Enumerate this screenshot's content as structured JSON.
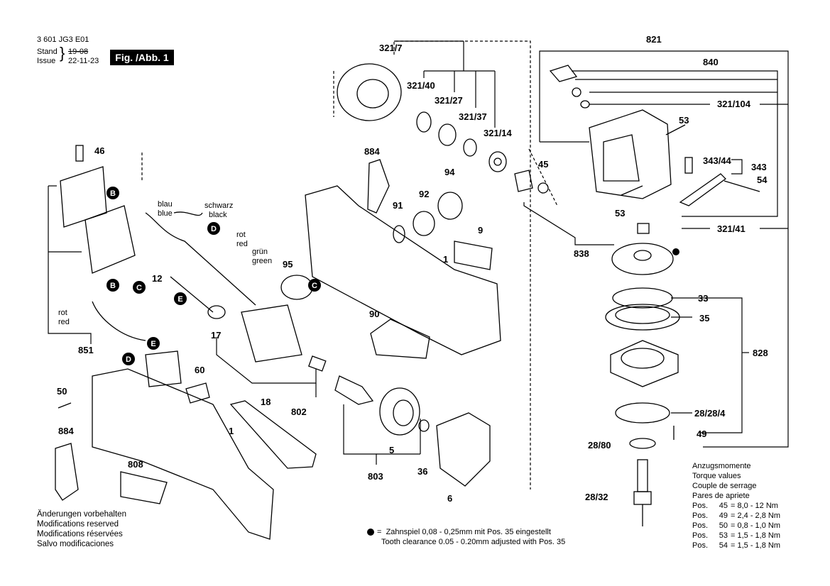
{
  "header": {
    "doc_number": "3 601 JG3 E01",
    "stand_label": "Stand",
    "issue_label": "Issue",
    "old_date": "19-08",
    "new_date": "22-11-23",
    "fig_label": "Fig. /Abb. 1"
  },
  "parts": {
    "p321_7": "321/7",
    "p821": "821",
    "p840": "840",
    "p321_40": "321/40",
    "p321_27": "321/27",
    "p321_37": "321/37",
    "p321_14": "321/14",
    "p321_104": "321/104",
    "p46": "46",
    "p884a": "884",
    "p94": "94",
    "p45": "45",
    "p53a": "53",
    "p343_44": "343/44",
    "p343": "343",
    "p54": "54",
    "p92": "92",
    "p91": "91",
    "p53b": "53",
    "p9": "9",
    "p321_41": "321/41",
    "p838": "838",
    "p1a": "1",
    "p95": "95",
    "p12": "12",
    "p33": "33",
    "p35": "35",
    "p90": "90",
    "p17": "17",
    "p828": "828",
    "p851": "851",
    "p60": "60",
    "p50": "50",
    "p802": "802",
    "p18": "18",
    "p28_28_4": "28/28/4",
    "p884b": "884",
    "p1b": "1",
    "p5": "5",
    "p49": "49",
    "p28_80": "28/80",
    "p808": "808",
    "p803": "803",
    "p36": "36",
    "p6": "6",
    "p28_32": "28/32"
  },
  "connectors": {
    "b": "B",
    "c": "C",
    "d": "D",
    "e": "E"
  },
  "wires": {
    "blau": "blau",
    "blue": "blue",
    "schwarz": "schwarz",
    "black": "black",
    "rot": "rot",
    "red": "red",
    "gruen": "grün",
    "green": "green"
  },
  "notes": {
    "line1": "Änderungen vorbehalten",
    "line2": "Modifications reserved",
    "line3": "Modifications réservées",
    "line4": "Salvo modificaciones"
  },
  "torque": {
    "title1": "Anzugsmomente",
    "title2": "Torque values",
    "title3": "Couple de serrage",
    "title4": "Pares de apriete",
    "rows": [
      {
        "pos": "Pos.",
        "num": "45",
        "val": "= 8,0 - 12  Nm"
      },
      {
        "pos": "Pos.",
        "num": "49",
        "val": "= 2,4 - 2,8 Nm"
      },
      {
        "pos": "Pos.",
        "num": "50",
        "val": "= 0,8 - 1,0 Nm"
      },
      {
        "pos": "Pos.",
        "num": "53",
        "val": "= 1,5 - 1,8 Nm"
      },
      {
        "pos": "Pos.",
        "num": "54",
        "val": "= 1,5 - 1,8 Nm"
      }
    ]
  },
  "footnote": {
    "bullet": "=",
    "line1": "Zahnspiel 0,08 - 0,25mm mit Pos. 35 eingestellt",
    "line2": "Tooth clearance 0.05 - 0.20mm adjusted with Pos. 35"
  }
}
